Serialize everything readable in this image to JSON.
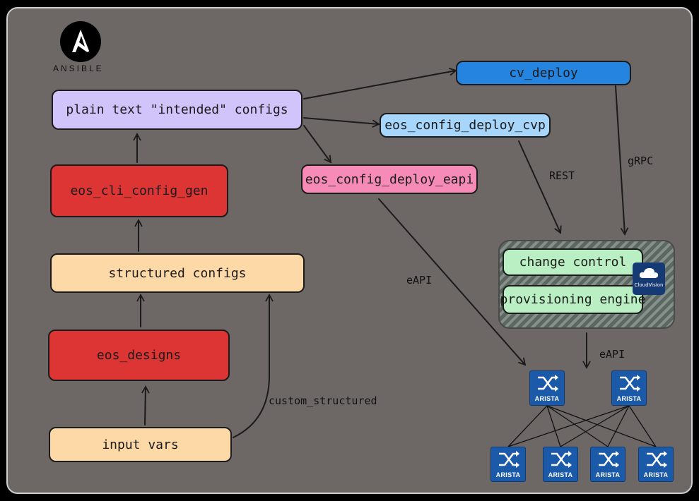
{
  "logo": {
    "name": "ANSIBLE",
    "icon": "ansible-logo-icon"
  },
  "nodes": {
    "intended": "plain text \"intended\" configs",
    "cli_gen": "eos_cli_config_gen",
    "structured": "structured configs",
    "designs": "eos_designs",
    "input_vars": "input vars",
    "cv_deploy": "cv_deploy",
    "deploy_cvp": "eos_config_deploy_cvp",
    "deploy_eapi": "eos_config_deploy_eapi",
    "change_control": "change control",
    "provisioning": "provisioning engine"
  },
  "edge_labels": {
    "custom_structured": "custom_structured",
    "rest": "REST",
    "grpc": "gRPC",
    "eapi_left": "eAPI",
    "eapi_down": "eAPI"
  },
  "cloudvision": {
    "label": "CloudVision",
    "icon": "cloudvision-logo-icon"
  },
  "switch_label": "ARISTA",
  "colors": {
    "background": "#6d6766",
    "lavender": "#d1c4fa",
    "red": "#dd3434",
    "peach": "#fdd9a7",
    "blue": "#2484e0",
    "lightblue": "#a6d6fb",
    "pink": "#f58bb6",
    "green": "#b9efc2",
    "switch": "#1a5aa8"
  }
}
